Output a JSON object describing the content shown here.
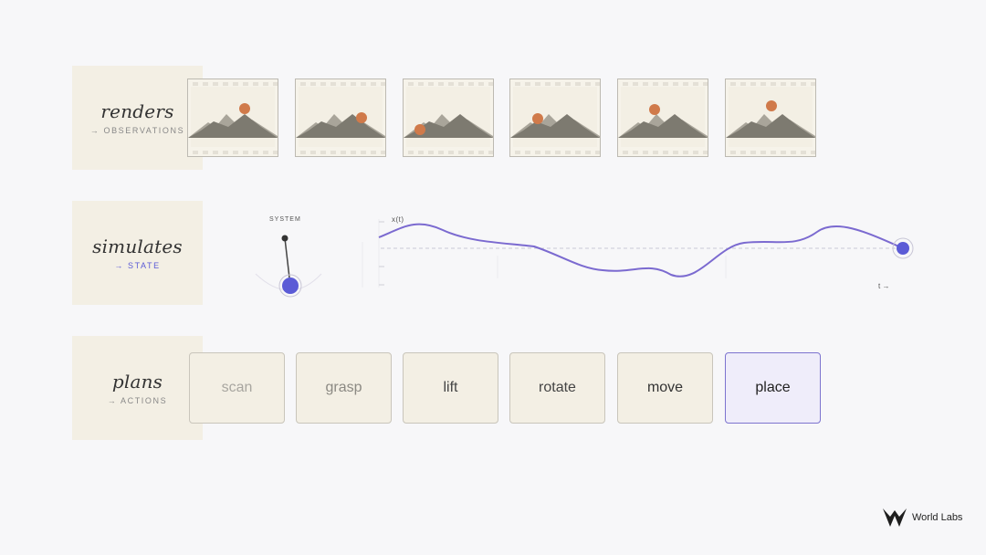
{
  "rows": {
    "renders": {
      "title": "renders",
      "subtitle": "→ OBSERVATIONS"
    },
    "simulates": {
      "title": "simulates",
      "subtitle": "→ STATE"
    },
    "plans": {
      "title": "plans",
      "subtitle": "→ ACTIONS"
    }
  },
  "simulation": {
    "system_label": "SYSTEM",
    "y_axis_label": "x(t)",
    "x_axis_label": "t →"
  },
  "actions": [
    "scan",
    "grasp",
    "lift",
    "rotate",
    "move",
    "place"
  ],
  "selected_action": "place",
  "brand": {
    "name": "World Labs"
  },
  "colors": {
    "label_background": "#f3efe4",
    "accent": "#5b5bd6",
    "sun": "#d07a4a",
    "mountain": "#7d7a70",
    "curve": "#7b6ad0"
  }
}
